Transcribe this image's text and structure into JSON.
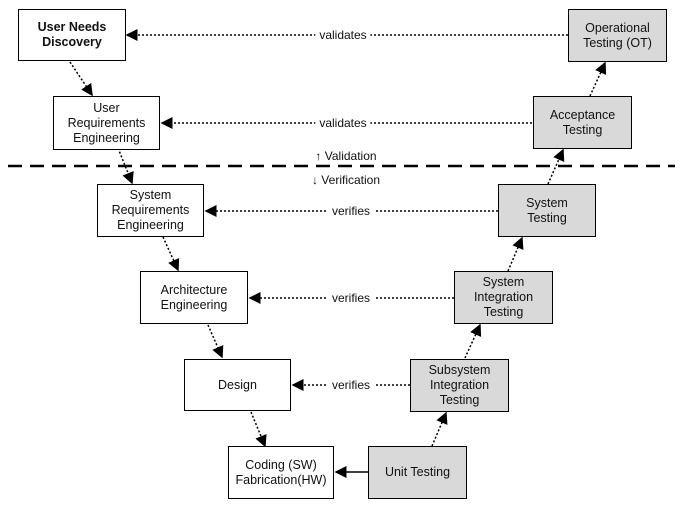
{
  "left_boxes": {
    "user_needs": "User Needs\nDiscovery",
    "user_req": "User\nRequirements\nEngineering",
    "system_req": "System\nRequirements\nEngineering",
    "architecture": "Architecture\nEngineering",
    "design": "Design",
    "coding": "Coding (SW)\nFabrication(HW)"
  },
  "right_boxes": {
    "operational": "Operational\nTesting (OT)",
    "acceptance": "Acceptance\nTesting",
    "system_testing": "System\nTesting",
    "system_integration": "System\nIntegration\nTesting",
    "subsystem_integration": "Subsystem\nIntegration\nTesting",
    "unit_testing": "Unit Testing"
  },
  "links": {
    "validates_top": "validates",
    "validates_mid": "validates",
    "verifies_1": "verifies",
    "verifies_2": "verifies",
    "verifies_3": "verifies"
  },
  "zones": {
    "validation": "↑ Validation",
    "verification": "↓ Verification"
  },
  "colors": {
    "left_fill": "#ffffff",
    "right_fill": "#d9d9d9",
    "line": "#000000"
  }
}
